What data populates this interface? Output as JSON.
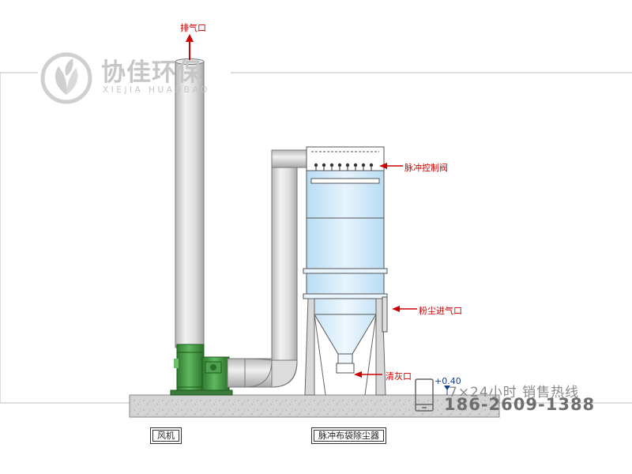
{
  "brand": {
    "name_cn": "协佳环保",
    "name_en": "XIEJIA HUANBAO"
  },
  "labels": {
    "exhaust_outlet": "排气口",
    "pulse_valve": "脉冲控制阀",
    "dust_inlet": "粉尘进气口",
    "ash_outlet": "清灰口"
  },
  "level_mark": "+0.40",
  "hotline": {
    "label": "7×24小时  销售热线",
    "number": "186-2609-1388"
  },
  "captions": {
    "fan": "风机",
    "collector": "脉冲布袋除尘器"
  },
  "colors": {
    "label_red": "#cc0000",
    "fan_green": "#3a8a3a",
    "body_blue": "#cfe8f8",
    "duct_grey": "#dcdcdc",
    "ground": "#cfcfcf"
  }
}
